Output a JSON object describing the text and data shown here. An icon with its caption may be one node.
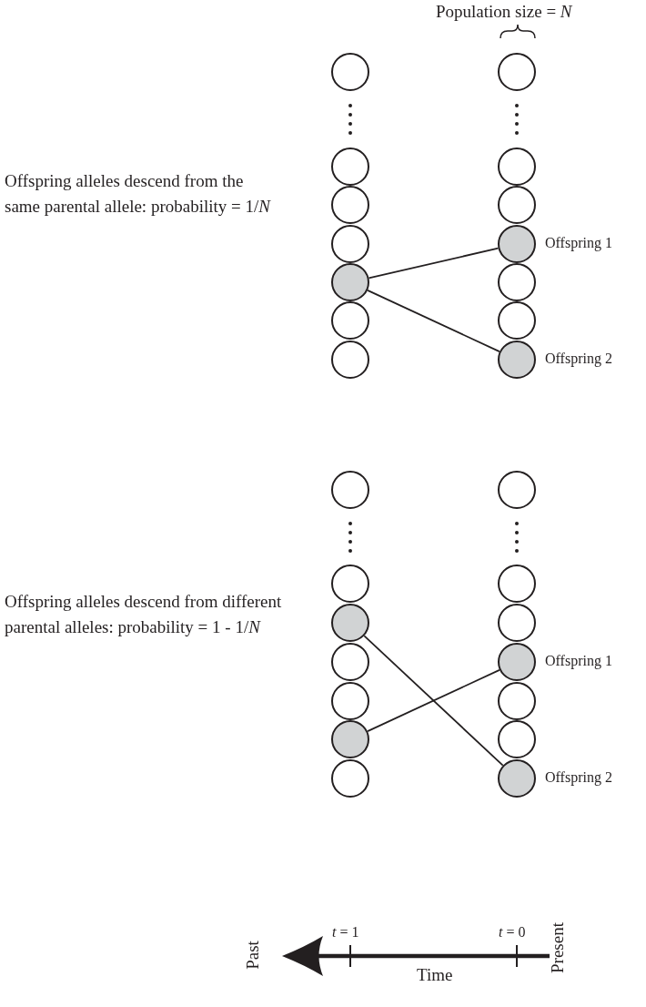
{
  "diagram": {
    "nodes": [
      {
        "text": [],
        "shape": "circle"
      },
      {
        "text": [],
        "shape": "circle"
      },
      {
        "text": [],
        "shape": "circle"
      },
      {
        "text": [],
        "shape": "circle"
      },
      {
        "text": [],
        "shape": "circle"
      },
      {
        "text": [],
        "shape": "circle"
      },
      {
        "text": [],
        "shape": "circle"
      },
      {
        "text": [],
        "shape": "circle"
      },
      {
        "text": [],
        "shape": "circle"
      },
      {
        "text": [],
        "shape": "circle"
      },
      {
        "text": [],
        "shape": "circle",
        "beside": [
          "Offspring 1"
        ]
      },
      {
        "text": [],
        "shape": "circle"
      },
      {
        "text": [],
        "shape": "circle"
      },
      {
        "text": [],
        "shape": "circle",
        "beside": [
          "Offspring 2"
        ]
      },
      {
        "text": [],
        "shape": "circle"
      },
      {
        "text": [],
        "shape": "circle"
      },
      {
        "text": [],
        "shape": "circle"
      },
      {
        "text": [],
        "shape": "circle"
      },
      {
        "text": [],
        "shape": "circle"
      },
      {
        "text": [],
        "shape": "circle"
      },
      {
        "text": [],
        "shape": "circle"
      },
      {
        "text": [],
        "shape": "circle"
      },
      {
        "text": [],
        "shape": "circle"
      },
      {
        "text": [],
        "shape": "circle"
      },
      {
        "text": [],
        "shape": "circle",
        "beside": [
          "Offspring 1"
        ]
      },
      {
        "text": [],
        "shape": "circle"
      },
      {
        "text": [],
        "shape": "circle"
      },
      {
        "text": [],
        "shape": "circle",
        "beside": [
          "Offspring 2"
        ]
      }
    ],
    "edges": [
      {
        "from": 4,
        "to": 10,
        "arrow": "none"
      },
      {
        "from": 4,
        "to": 13,
        "arrow": "none"
      },
      {
        "from": 16,
        "to": 27,
        "arrow": "none"
      },
      {
        "from": 19,
        "to": 24,
        "arrow": "none"
      }
    ],
    "labels": [
      "Population size = *N*",
      "Offspring alleles descend from the same parental allele: probability = 1/*N*",
      "Offspring alleles descend from different parental alleles: probability = 1 - 1/*N*",
      "*t* = 1",
      "*t* = 0",
      "Past",
      "Time",
      "Present"
    ]
  }
}
